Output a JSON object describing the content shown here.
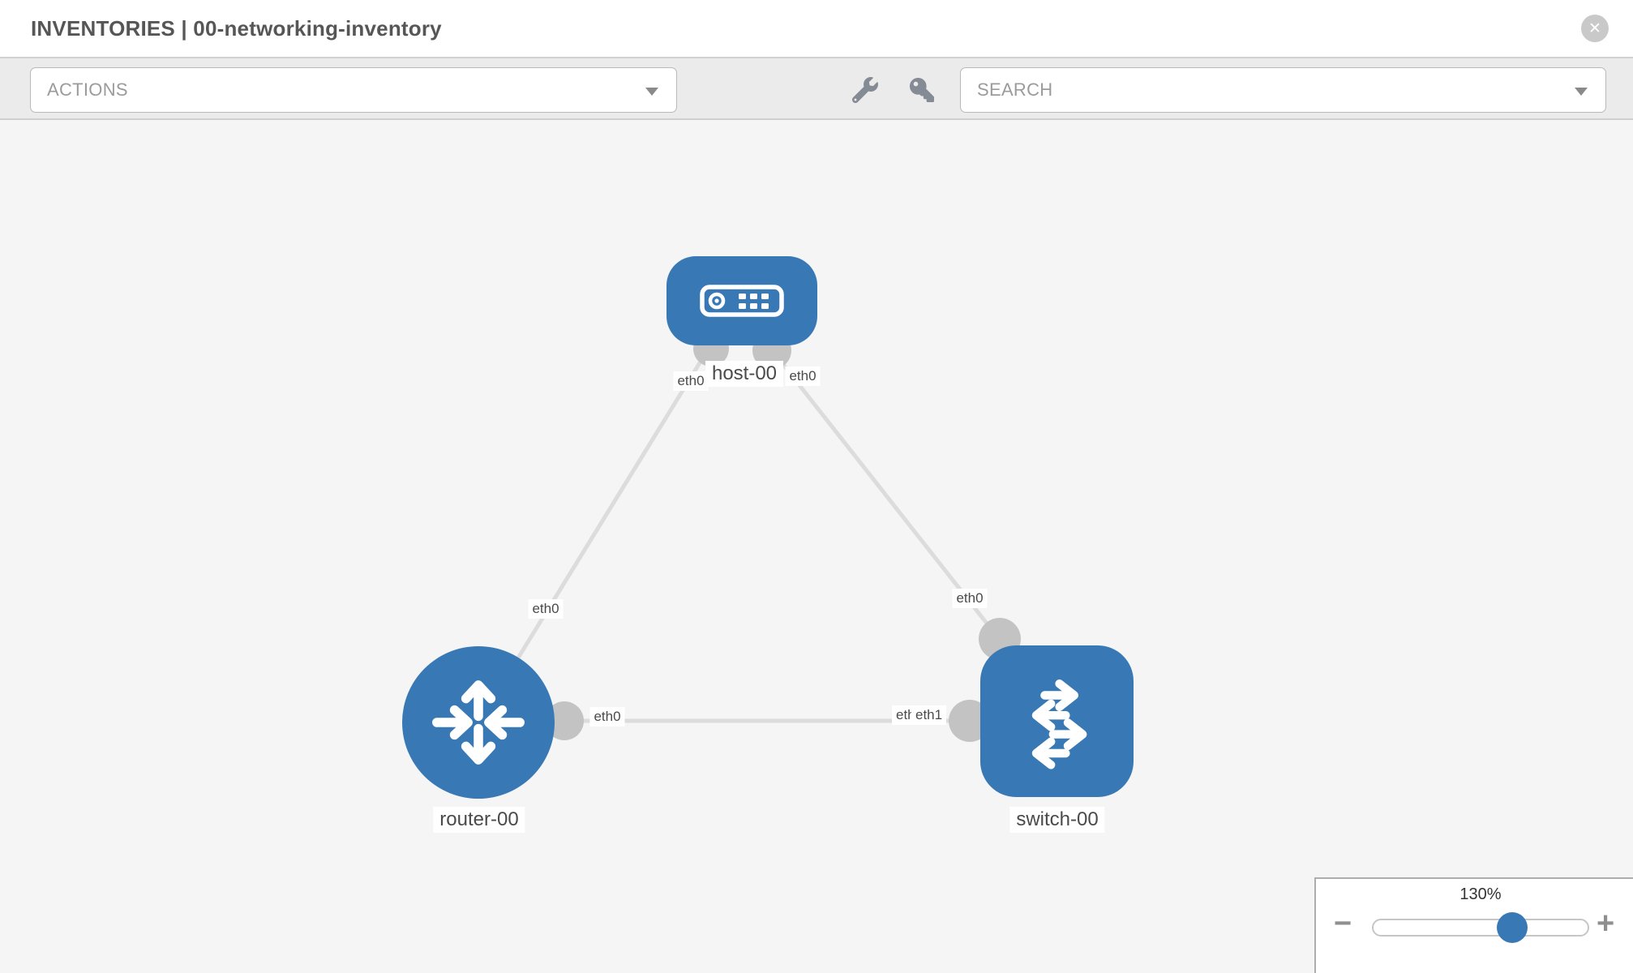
{
  "header": {
    "title": "INVENTORIES | 00-networking-inventory",
    "close_icon": "✕"
  },
  "toolbar": {
    "actions_label": "ACTIONS",
    "search_label": "SEARCH",
    "icon_names": [
      "wrench-icon",
      "key-icon"
    ]
  },
  "canvas": {
    "nodes": [
      {
        "label": "host-00",
        "type": "host",
        "icon": "host-icon"
      },
      {
        "label": "router-00",
        "type": "router",
        "icon": "router-icon"
      },
      {
        "label": "switch-00",
        "type": "switch",
        "icon": "switch-icon"
      }
    ],
    "links": [
      {
        "from": "host-00",
        "to": "router-00",
        "from_interface": "eth0",
        "to_interface": "eth0"
      },
      {
        "from": "host-00",
        "to": "switch-00",
        "from_interface": "eth0",
        "to_interface": "eth0"
      },
      {
        "from": "router-00",
        "to": "switch-00",
        "from_interface": "eth0",
        "to_interface": "eth1",
        "to_interface_overlapped": "eth0"
      }
    ]
  },
  "zoom_control": {
    "level": "130%",
    "minus_icon": "−",
    "plus_icon": "+"
  },
  "colors": {
    "node_blue": "#3879b5",
    "link_gray": "#dcdcdc",
    "port_gray": "#c3c3c3",
    "toolbar_bg": "#ebebeb",
    "canvas_bg": "#f5f5f5"
  }
}
